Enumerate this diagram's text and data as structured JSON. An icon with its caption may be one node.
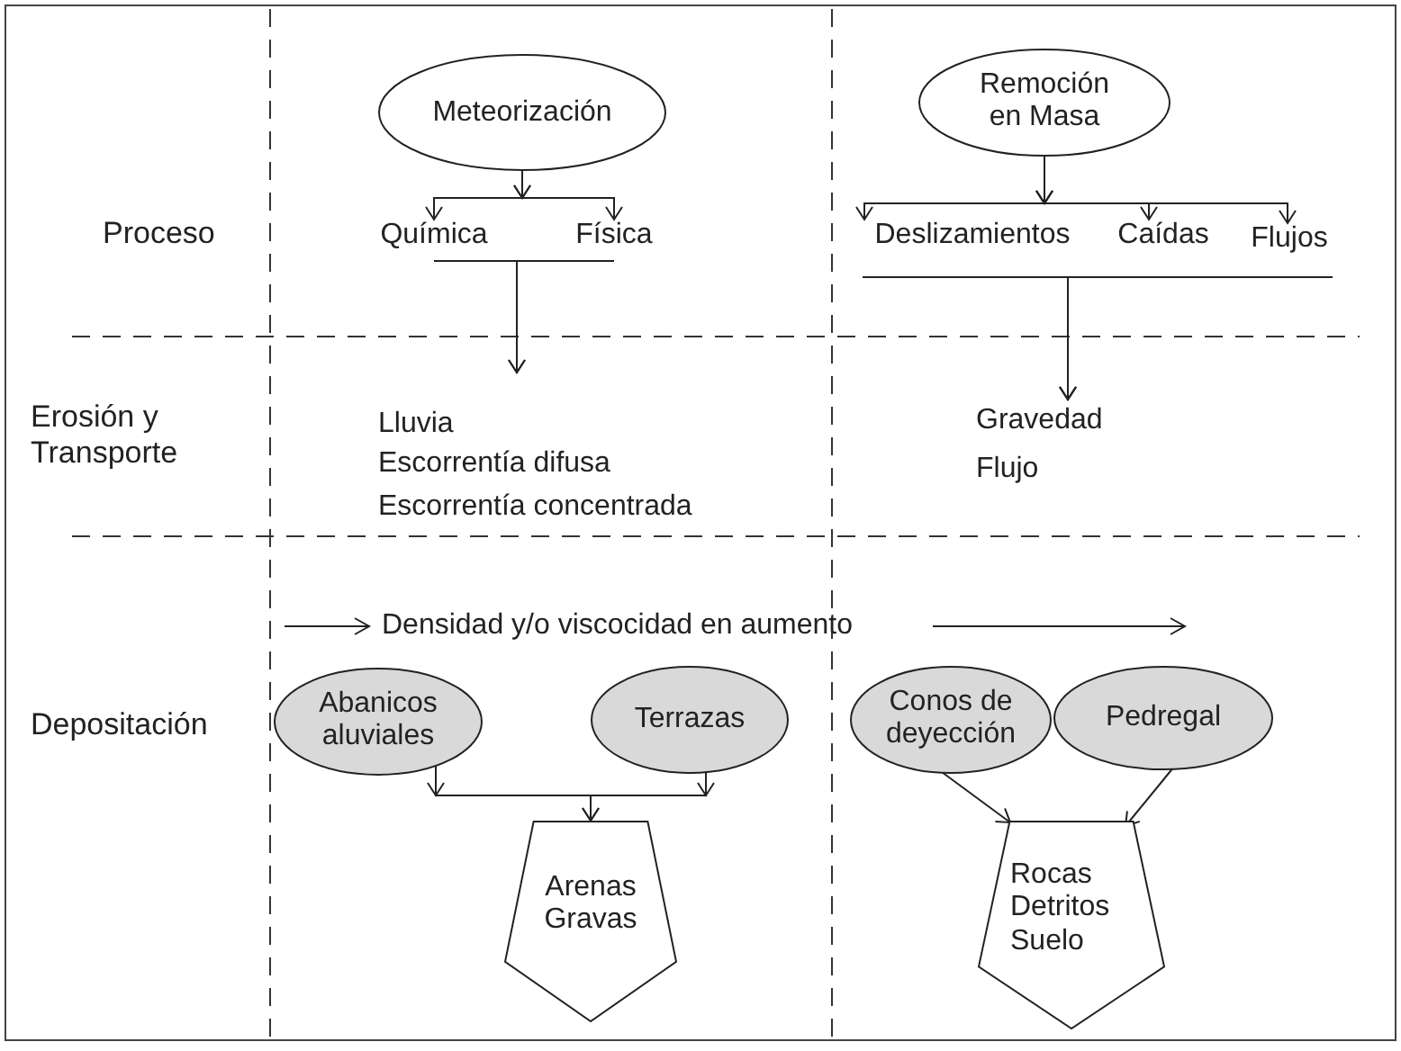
{
  "diagram": {
    "nodes": [
      {
        "text": [
          "Meteorización"
        ]
      },
      {
        "text": [
          "Química"
        ]
      },
      {
        "text": [
          "Física"
        ]
      },
      {
        "text": [
          "Lluvia",
          "Escorrentía difusa",
          "Escorrentía concentrada"
        ]
      },
      {
        "text": [
          "Remoción en Masa"
        ]
      },
      {
        "text": [
          "Deslizamientos"
        ]
      },
      {
        "text": [
          "Caídas"
        ]
      },
      {
        "text": [
          "Flujos"
        ]
      },
      {
        "text": [
          "Gravedad",
          "Flujo"
        ]
      },
      {
        "text": [
          "Abanicos aluviales"
        ]
      },
      {
        "text": [
          "Terrazas"
        ]
      },
      {
        "text": [
          "Arenas Gravas"
        ]
      },
      {
        "text": [
          "Conos de deyección"
        ]
      },
      {
        "text": [
          "Pedregal"
        ]
      },
      {
        "text": [
          "Rocas Detritos Suelo"
        ]
      }
    ],
    "edges": [
      {
        "from": 0,
        "to": 1,
        "arrow": "to"
      },
      {
        "from": 0,
        "to": 2,
        "arrow": "to"
      },
      {
        "from": 1,
        "to": 3,
        "arrow": "to"
      },
      {
        "from": 2,
        "to": 3,
        "arrow": "to"
      },
      {
        "from": 4,
        "to": 5,
        "arrow": "to"
      },
      {
        "from": 4,
        "to": 6,
        "arrow": "to"
      },
      {
        "from": 4,
        "to": 7,
        "arrow": "to"
      },
      {
        "from": 5,
        "to": 8,
        "arrow": "to"
      },
      {
        "from": 6,
        "to": 8,
        "arrow": "to"
      },
      {
        "from": 7,
        "to": 8,
        "arrow": "to"
      },
      {
        "from": 9,
        "to": 11,
        "arrow": "to"
      },
      {
        "from": 10,
        "to": 11,
        "arrow": "to"
      },
      {
        "from": 12,
        "to": 14,
        "arrow": "to"
      },
      {
        "from": 13,
        "to": 14,
        "arrow": "to"
      }
    ],
    "labels": [
      "Proceso",
      "Erosión y Transporte",
      "Densidad y/o viscocidad en aumento",
      "Depositación"
    ]
  }
}
